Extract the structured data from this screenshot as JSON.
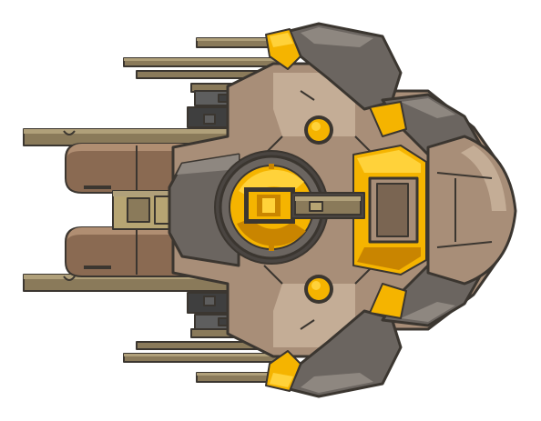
{
  "scene": {
    "subject": "spaceship-sprite",
    "icon": "spaceship-icon",
    "view": "top-down",
    "facing": "right",
    "background_color": "#ffffff"
  },
  "palette": {
    "outline": "#3b3630",
    "hull_tan": "#a88e78",
    "hull_light": "#c4ad96",
    "hull_dark": "#7a6552",
    "armor_grey": "#6b6560",
    "armor_grey_light": "#8e8780",
    "armor_grey_dark": "#4a4541",
    "accent_yellow": "#f5b400",
    "accent_yellow_light": "#ffd23a",
    "accent_yellow_dark": "#c98500",
    "barrel_olive": "#8a7a5a",
    "barrel_olive_light": "#b0a07a",
    "mech_dark": "#3f3f3f",
    "mech_mid": "#5e5e5e",
    "engine_brown": "#8a6a52",
    "engine_brown_light": "#b08e72",
    "nozzle_khaki": "#b7a573"
  }
}
